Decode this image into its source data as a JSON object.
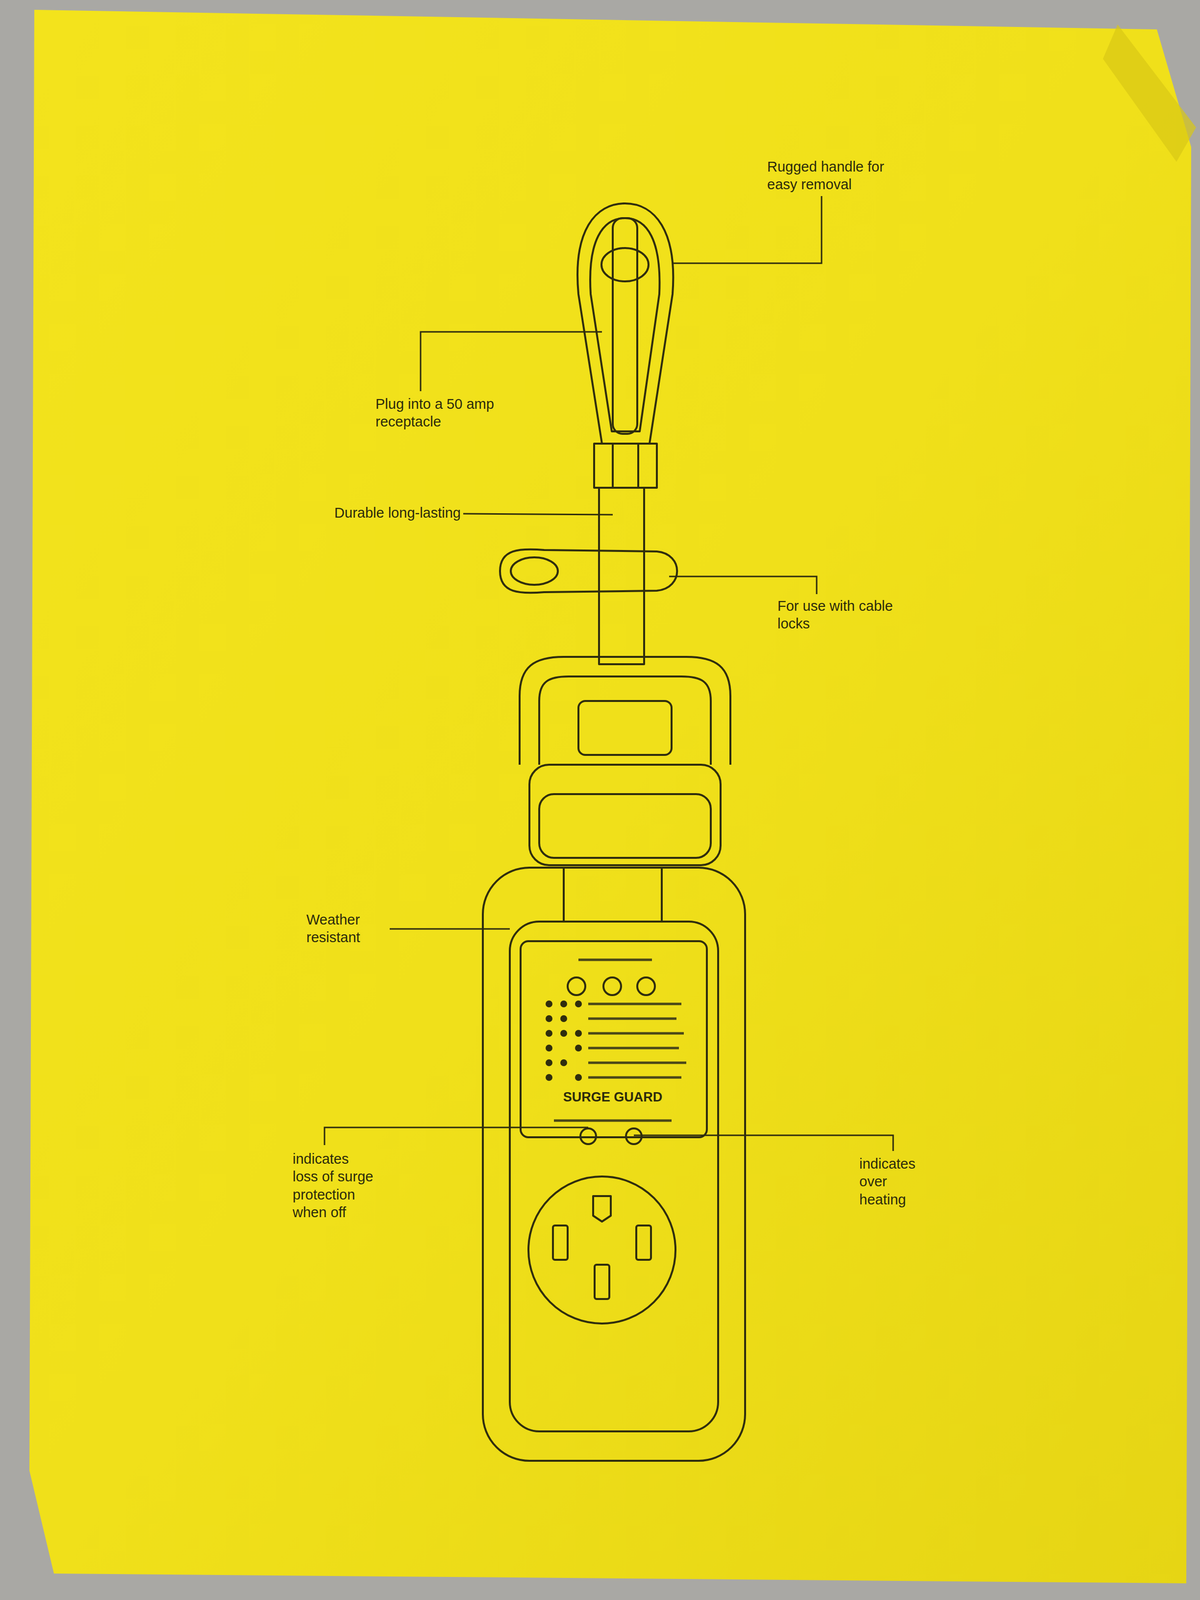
{
  "diagram": {
    "labels": [
      "Rugged handle for easy removal",
      "Plug into a 50 amp receptacle",
      "Durable long-lasting",
      "For use with cable locks",
      "Weather resistant",
      "SURGE GUARD",
      "indicates loss of surge protection when off",
      "indicates over heating"
    ]
  }
}
